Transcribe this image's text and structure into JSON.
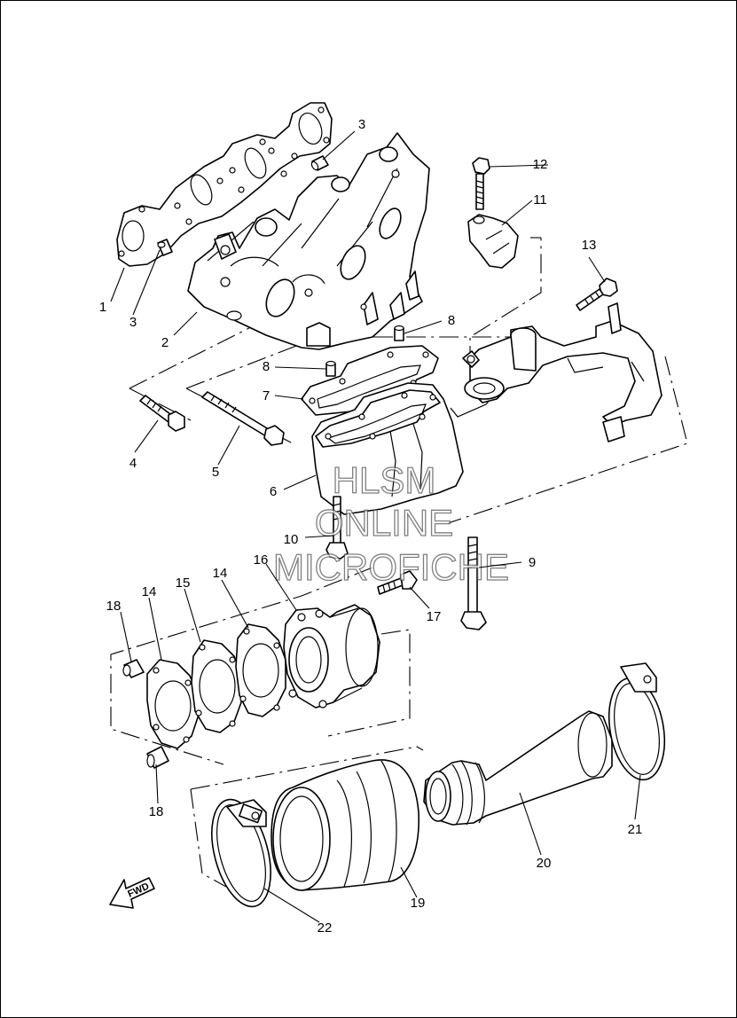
{
  "watermark": {
    "line1": "HLSM",
    "line2": "ONLINE",
    "line3": "MICROFICHE"
  },
  "direction_arrow": {
    "label": "FWD"
  },
  "callouts": [
    "1",
    "2",
    "3",
    "3",
    "4",
    "5",
    "6",
    "7",
    "8",
    "8",
    "9",
    "10",
    "11",
    "12",
    "13",
    "14",
    "14",
    "15",
    "16",
    "17",
    "18",
    "18",
    "19",
    "20",
    "21",
    "22"
  ]
}
